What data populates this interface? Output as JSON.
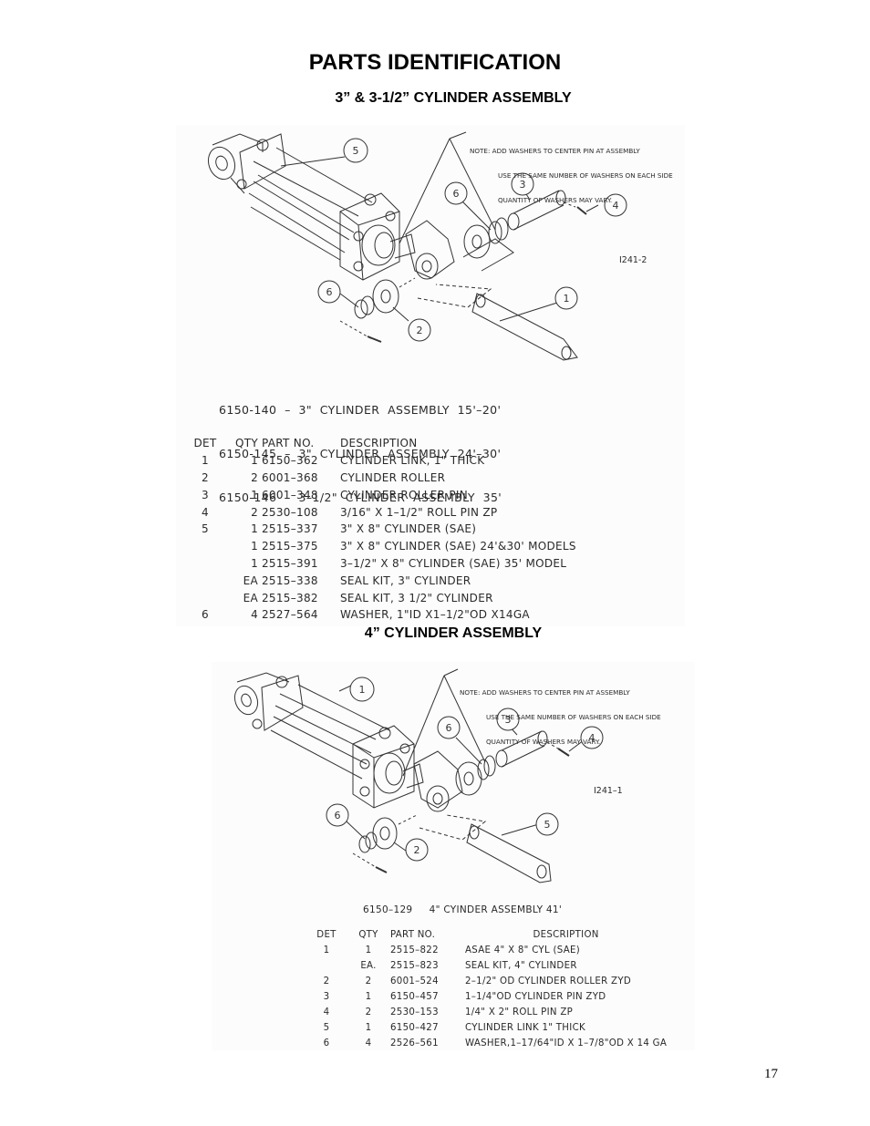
{
  "page": {
    "title": "PARTS IDENTIFICATION",
    "page_number": "17"
  },
  "section1": {
    "title": "3” & 3-1/2” CYLINDER ASSEMBLY",
    "drawing_number": "I241-2",
    "note": [
      "NOTE: ADD WASHERS TO CENTER PIN AT ASSEMBLY",
      "USE THE SAME NUMBER OF WASHERS ON EACH SIDE",
      "QUANTITY OF WASHERS MAY VARY."
    ],
    "balloons": [
      "5",
      "6",
      "3",
      "4",
      "6",
      "1",
      "2"
    ],
    "assemblies": [
      "6150-140  –  3\"  CYLINDER  ASSEMBLY  15'–20'",
      "6150-145  –  3\"  CYLINDER  ASSEMBLY  24'–30'",
      "6150-146  –  3–1/2\"  CYLINDER  ASSEMBLY  35'"
    ],
    "table": {
      "headers": {
        "det": "DET",
        "qty": "QTY",
        "part": "PART NO.",
        "desc": "DESCRIPTION"
      },
      "rows": [
        {
          "det": "1",
          "qty": "1",
          "part": "6150–362",
          "desc": "CYLINDER LINK, 1\" THICK"
        },
        {
          "det": "2",
          "qty": "2",
          "part": "6001–368",
          "desc": "CYLINDER ROLLER"
        },
        {
          "det": "3",
          "qty": "1",
          "part": "6001–348",
          "desc": "CYLINDER ROLLER PIN"
        },
        {
          "det": "4",
          "qty": "2",
          "part": "2530–108",
          "desc": "3/16\" X 1–1/2\" ROLL PIN ZP"
        },
        {
          "det": "5",
          "qty": "1",
          "part": "2515–337",
          "desc": "3\" X 8\" CYLINDER (SAE)"
        },
        {
          "det": "",
          "qty": "1",
          "part": "2515–375",
          "desc": "3\" X 8\" CYLINDER (SAE) 24'&30' MODELS"
        },
        {
          "det": "",
          "qty": "1",
          "part": "2515–391",
          "desc": "3–1/2\" X 8\" CYLINDER (SAE)  35' MODEL"
        },
        {
          "det": "",
          "qty": "EA",
          "part": "2515–338",
          "desc": "SEAL KIT, 3\" CYLINDER"
        },
        {
          "det": "",
          "qty": "EA",
          "part": "2515–382",
          "desc": "SEAL KIT, 3 1/2\" CYLINDER"
        },
        {
          "det": "6",
          "qty": "4",
          "part": "2527–564",
          "desc": "WASHER, 1\"ID X1–1/2\"OD X14GA"
        }
      ]
    }
  },
  "section2": {
    "title": "4” CYLINDER ASSEMBLY",
    "drawing_number": "I241–1",
    "note": [
      "NOTE: ADD WASHERS TO CENTER PIN AT ASSEMBLY",
      "USE THE SAME NUMBER OF WASHERS ON EACH SIDE",
      "QUANTITY OF WASHERS MAY VARY."
    ],
    "balloons": [
      "1",
      "6",
      "3",
      "4",
      "6",
      "2",
      "5"
    ],
    "assembly": "6150–129     4\" CYINDER ASSEMBLY 41'",
    "table": {
      "headers": {
        "det": "DET",
        "qty": "QTY",
        "part": "PART NO.",
        "desc": "DESCRIPTION"
      },
      "rows": [
        {
          "det": "1",
          "qty": "1",
          "part": "2515–822",
          "desc": "ASAE 4\" X 8\" CYL (SAE)"
        },
        {
          "det": "",
          "qty": "EA.",
          "part": "2515–823",
          "desc": "SEAL KIT, 4\" CYLINDER"
        },
        {
          "det": "2",
          "qty": "2",
          "part": "6001–524",
          "desc": "2–1/2\" OD CYLINDER ROLLER ZYD"
        },
        {
          "det": "3",
          "qty": "1",
          "part": "6150–457",
          "desc": "1–1/4\"OD CYLINDER PIN ZYD"
        },
        {
          "det": "4",
          "qty": "2",
          "part": "2530–153",
          "desc": "1/4\" X 2\" ROLL PIN ZP"
        },
        {
          "det": "5",
          "qty": "1",
          "part": "6150–427",
          "desc": "CYLINDER LINK 1\" THICK"
        },
        {
          "det": "6",
          "qty": "4",
          "part": "2526–561",
          "desc": "WASHER,1–17/64\"ID X 1–7/8\"OD X 14 GA"
        }
      ]
    }
  }
}
